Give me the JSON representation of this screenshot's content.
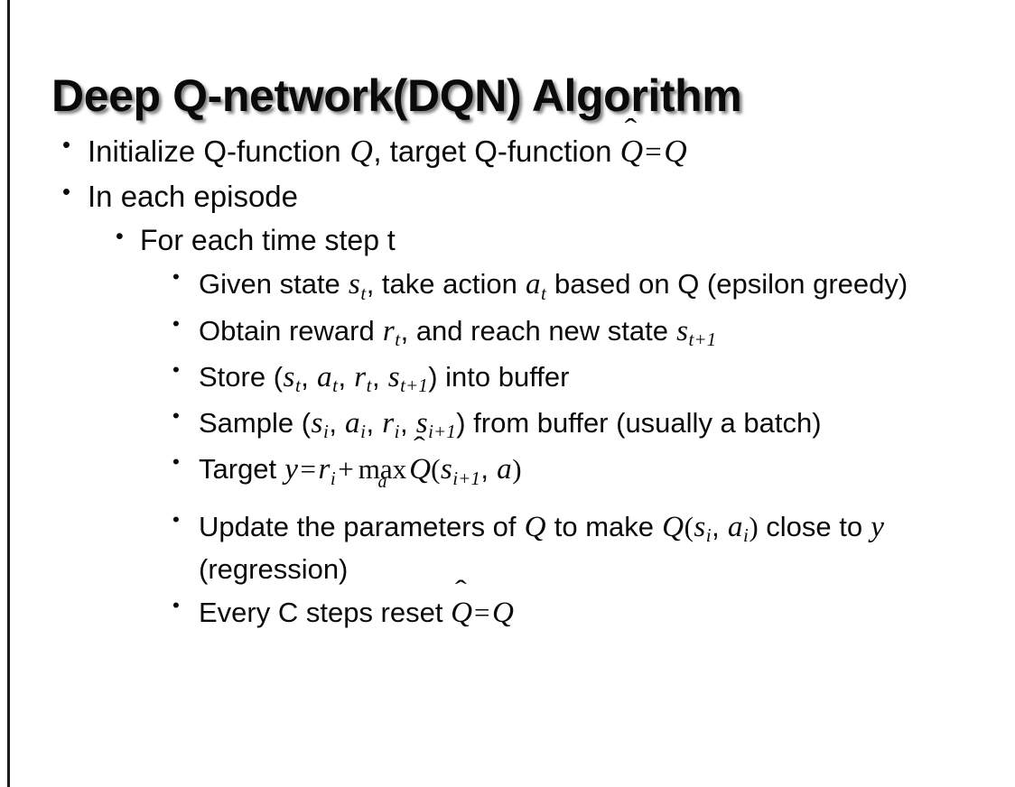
{
  "slide": {
    "title": "Deep Q-network(DQN) Algorithm",
    "background_color": "#ffffff",
    "text_color": "#0a0a0a",
    "edge_rule_color": "#1b1b1b"
  },
  "bullets": {
    "b1": {
      "marker": "•",
      "level": 1,
      "prefix": "Initialize Q-function ",
      "q1": "Q",
      "mid": ", target Q-function ",
      "qhat": "Q",
      "eq": "=",
      "q2": "Q",
      "plain_text": "Initialize Q-function Q, target Q-function Q̂ = Q"
    },
    "b2": {
      "marker": "•",
      "level": 1,
      "text": "In each episode"
    },
    "b3": {
      "marker": "•",
      "level": 2,
      "text": "For each time step t"
    },
    "b4": {
      "marker": "•",
      "level": 3,
      "seg1": "Given state ",
      "s": "s",
      "s_sub": "t",
      "seg2": ", take action ",
      "a": "a",
      "a_sub": "t",
      "seg3": " based on Q (epsilon greedy)",
      "plain_text": "Given state s_t, take action a_t based on Q (epsilon greedy)"
    },
    "b5": {
      "marker": "•",
      "level": 3,
      "seg1": "Obtain reward ",
      "r": "r",
      "r_sub": "t",
      "seg2": ", and reach new state ",
      "s": "s",
      "s_sub": "t+1",
      "plain_text": "Obtain reward r_t, and reach new state s_{t+1}"
    },
    "b6": {
      "marker": "•",
      "level": 3,
      "seg1": "Store (",
      "s": "s",
      "s_sub": "t",
      "comma1": ", ",
      "a": "a",
      "a_sub": "t",
      "comma2": ", ",
      "r": "r",
      "r_sub": "t",
      "comma3": ", ",
      "s2": "s",
      "s2_sub": "t+1",
      "seg2": ") into buffer",
      "plain_text": "Store (s_t, a_t, r_t, s_{t+1}) into buffer"
    },
    "b7": {
      "marker": "•",
      "level": 3,
      "seg1": "Sample (",
      "s": "s",
      "s_sub": "i",
      "comma1": ", ",
      "a": "a",
      "a_sub": "i",
      "comma2": ", ",
      "r": "r",
      "r_sub": "i",
      "comma3": ", ",
      "s2": "s",
      "s2_sub": "i+1",
      "seg2": ") from buffer (usually a batch)",
      "plain_text": "Sample (s_i, a_i, r_i, s_{i+1}) from buffer (usually a batch)"
    },
    "b8": {
      "marker": "•",
      "level": 3,
      "seg1": "Target ",
      "y": "y",
      "eq": "=",
      "r": "r",
      "r_sub": "i",
      "plus": "+",
      "max_op": "max",
      "max_limit": "a",
      "qhat": "Q",
      "paren_open": "(",
      "s": "s",
      "s_sub": "i+1",
      "comma": ", ",
      "a": "a",
      "paren_close": ")",
      "plain_text": "Target y = r_i + max_a Q̂(s_{i+1}, a)"
    },
    "b9": {
      "marker": "•",
      "level": 3,
      "seg1": "Update the parameters of ",
      "q1": "Q",
      "seg2": " to make ",
      "q2": "Q",
      "paren_open": "(",
      "s": "s",
      "s_sub": "i",
      "comma": ", ",
      "a": "a",
      "a_sub": "i",
      "paren_close": ")",
      "seg3": " close to ",
      "y": "y",
      "seg4": " (regression)",
      "plain_text": "Update the parameters of Q to make Q(s_i, a_i) close to y (regression)"
    },
    "b10": {
      "marker": "•",
      "level": 3,
      "seg1": "Every C steps reset ",
      "qhat": "Q",
      "eq": "=",
      "q": "Q",
      "plain_text": "Every C steps reset Q̂ = Q"
    }
  }
}
